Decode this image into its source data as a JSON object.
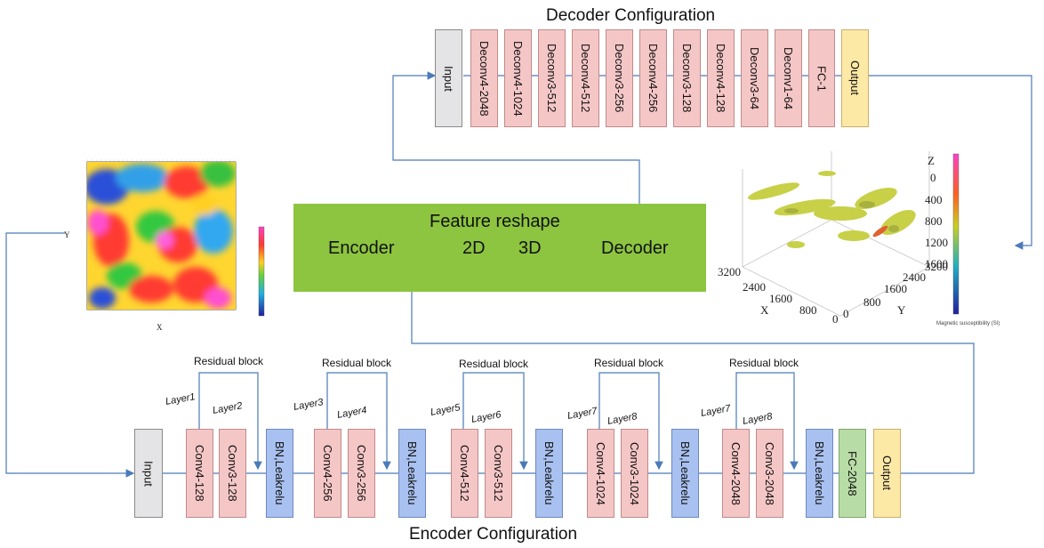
{
  "decoder": {
    "title": "Decoder Configuration",
    "blocks": [
      "Input",
      "Deconv4-2048",
      "Deconv4-1024",
      "Deconv3-512",
      "Deconv4-512",
      "Deconv3-256",
      "Deconv4-256",
      "Deconv3-128",
      "Deconv4-128",
      "Deconv3-64",
      "Deconv1-64",
      "FC-1",
      "Output"
    ]
  },
  "encoder": {
    "title": "Encoder Configuration",
    "blocks": [
      "Input",
      "Conv4-128",
      "Conv3-128",
      "BN,Leakrelu",
      "Conv4-256",
      "Conv3-256",
      "BN,Leakrelu",
      "Conv4-512",
      "Conv3-512",
      "BN,Leakrelu",
      "Conv4-1024",
      "Conv3-1024",
      "BN,Leakrelu",
      "Conv4-2048",
      "Conv3-2048",
      "BN,Leakrelu",
      "FC-2048",
      "Output"
    ],
    "residual_label": "Residual block",
    "layer_labels": [
      "Layer1",
      "Layer2",
      "Layer3",
      "Layer4",
      "Layer5",
      "Layer6",
      "Layer7",
      "Layer8",
      "Layer7",
      "Layer8"
    ]
  },
  "center": {
    "feature_reshape": "Feature reshape",
    "encoder": "Encoder",
    "d2": "2D",
    "d3": "3D",
    "decoder": "Decoder"
  },
  "map2d": {
    "x_axis": "X",
    "y_axis": "Y"
  },
  "plot3d": {
    "z_axis": "Z",
    "x_axis": "X",
    "y_axis": "Y",
    "z_ticks": [
      "0",
      "400",
      "800",
      "1200",
      "1600"
    ],
    "x_ticks": [
      "3200",
      "2400",
      "1600",
      "800",
      "0"
    ],
    "y_ticks": [
      "0",
      "800",
      "1600",
      "2400",
      "3200"
    ],
    "colorbar_label": "Magnetic susceptibility (SI)"
  },
  "colors": {
    "gray": "#e4e4e6",
    "pink": "#f5c6c6",
    "blue": "#a9c1f0",
    "green": "#b8dca5",
    "yellow": "#fde9a6",
    "center": "#8dc540",
    "arrow": "#4a7ab8",
    "reshape_arrow": "#e03020"
  }
}
